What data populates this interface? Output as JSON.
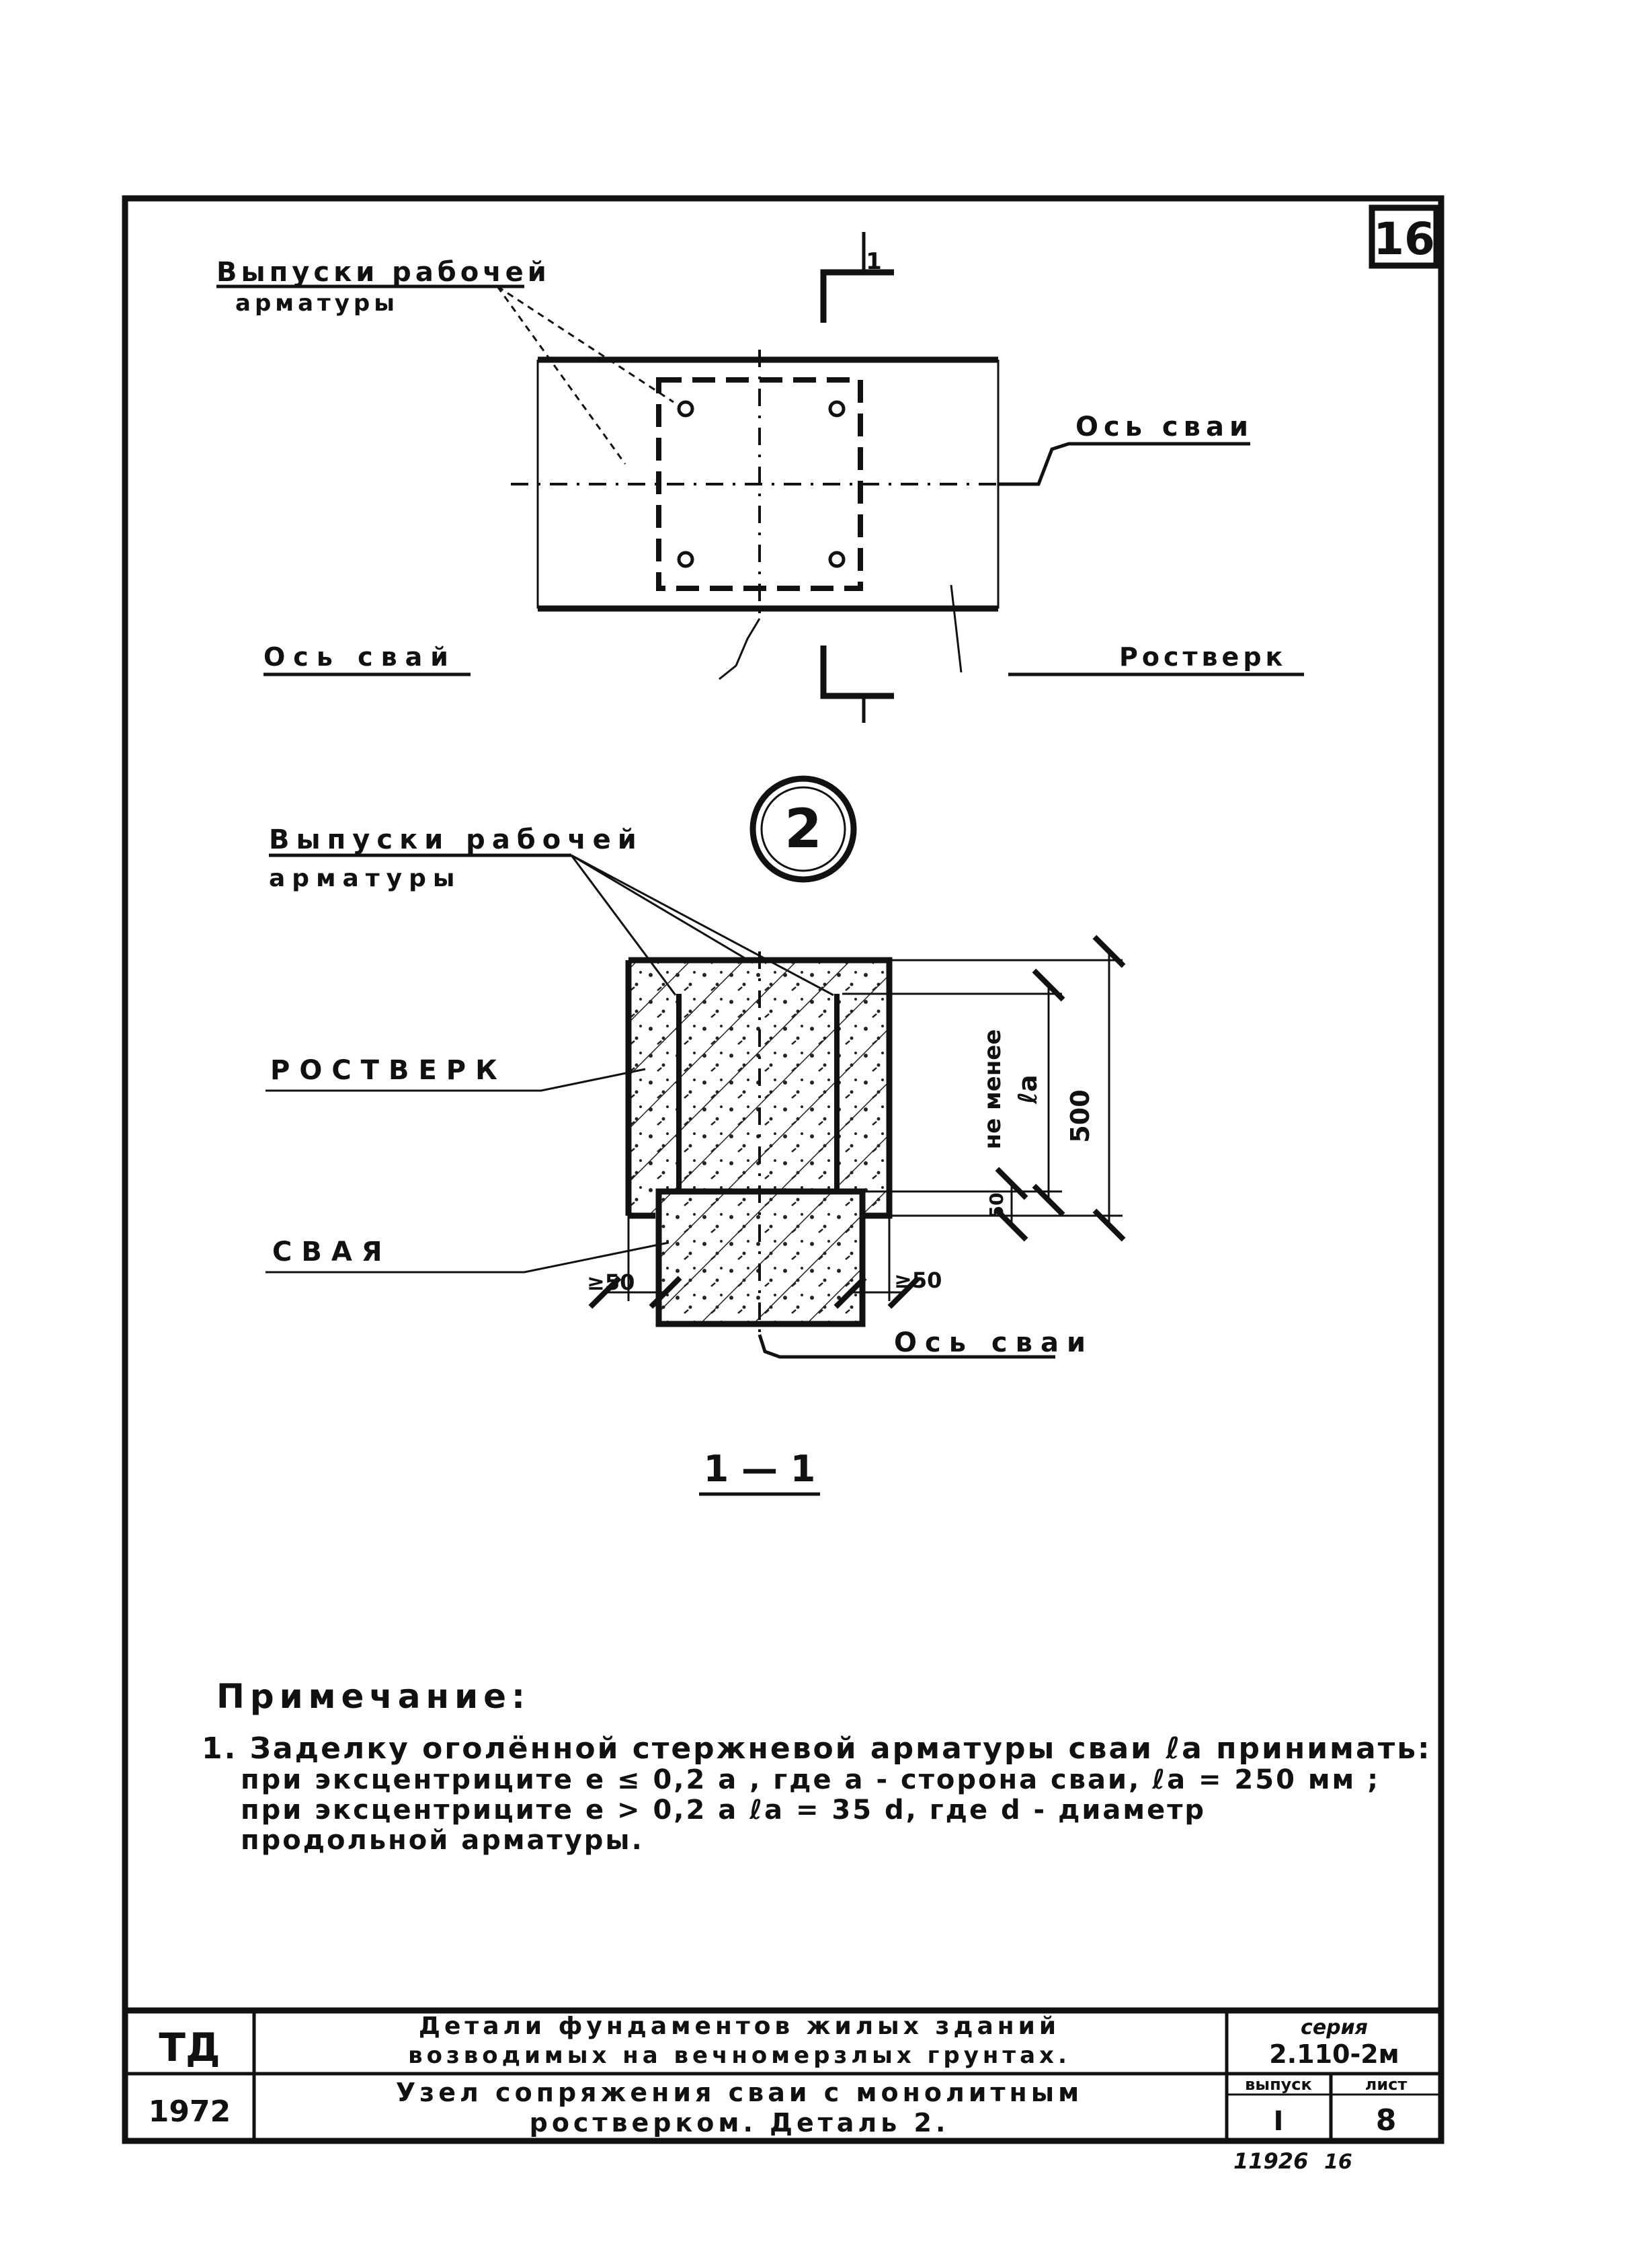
{
  "sheet": {
    "page_number": "16",
    "stamp": "11926",
    "stamp_sheet": "16"
  },
  "plan_view": {
    "label_rebar_line1": "Выпуски рабочей",
    "label_rebar_line2": "арматуры",
    "label_pile_axis_right": "Ось сваи",
    "label_pile_axis_left": "Ось свай",
    "label_grillage": "Ростверк",
    "section_mark": "1"
  },
  "detail": {
    "number": "2",
    "label_rebar_line1": "Выпуски рабочей",
    "label_rebar_line2": "арматуры",
    "label_grillage": "РОСТВЕРК",
    "label_pile": "СВАЯ",
    "label_pile_axis": "Ось сваи",
    "dim_500": "500",
    "dim_not_less_line1": "не менее",
    "dim_not_less_line2": "ℓa",
    "dim_50": "50",
    "dim_left_offset": "≥50",
    "dim_right_offset": "≥50",
    "section_title": "1 — 1"
  },
  "notes": {
    "title": "Примечание:",
    "line1": "1. Заделку оголённой стержневой арматуры сваи ℓa принимать:",
    "line2": "при эксцентриците e ≤ 0,2 a ,  где a - сторона сваи,  ℓa = 250 мм ;",
    "line3": "при эксцентриците e > 0,2 a   ℓa = 35 d,  где d - диаметр",
    "line4": "продольной арматуры."
  },
  "title_block": {
    "code": "ТД",
    "year": "1972",
    "general_title_line1": "Детали фундаментов жилых зданий",
    "general_title_line2": "возводимых на вечномерзлых грунтах.",
    "series_label": "серия",
    "series_value": "2.110-2м",
    "sheet_title_line1": "Узел сопряжения сваи с монолитным",
    "sheet_title_line2": "ростверком.  Деталь 2.",
    "issue_label": "выпуск",
    "issue_value": "I",
    "sheet_label": "лист",
    "sheet_value": "8"
  }
}
